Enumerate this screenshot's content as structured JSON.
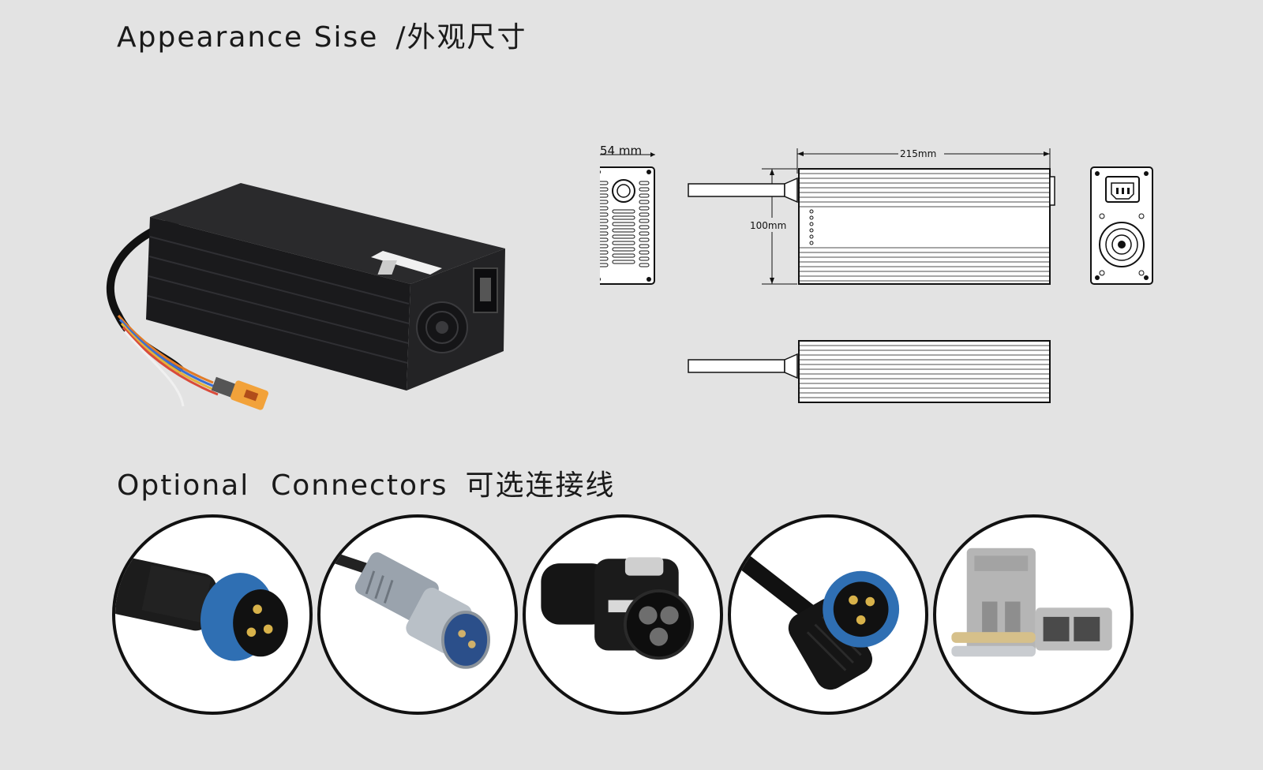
{
  "sections": {
    "appearance": {
      "title_en": "Appearance Sise",
      "title_cn": "/外观尺寸"
    },
    "connectors": {
      "title_en": "Optional  Connectors",
      "title_cn": "可选连接线"
    }
  },
  "dimensions": {
    "width": "54 mm",
    "length": "215mm",
    "height": "100mm"
  },
  "colors": {
    "background": "#e3e3e3",
    "charger_body": "#1d1d1f",
    "connector_blue": "#2f6fb3",
    "outline": "#111111"
  },
  "connectors": [
    {
      "icon": "round-waterproof-connector-blue-icon"
    },
    {
      "icon": "aviation-metal-connector-icon"
    },
    {
      "icon": "black-industrial-connector-icon"
    },
    {
      "icon": "right-angle-blue-connector-icon"
    },
    {
      "icon": "anderson-grey-connector-icon"
    }
  ]
}
